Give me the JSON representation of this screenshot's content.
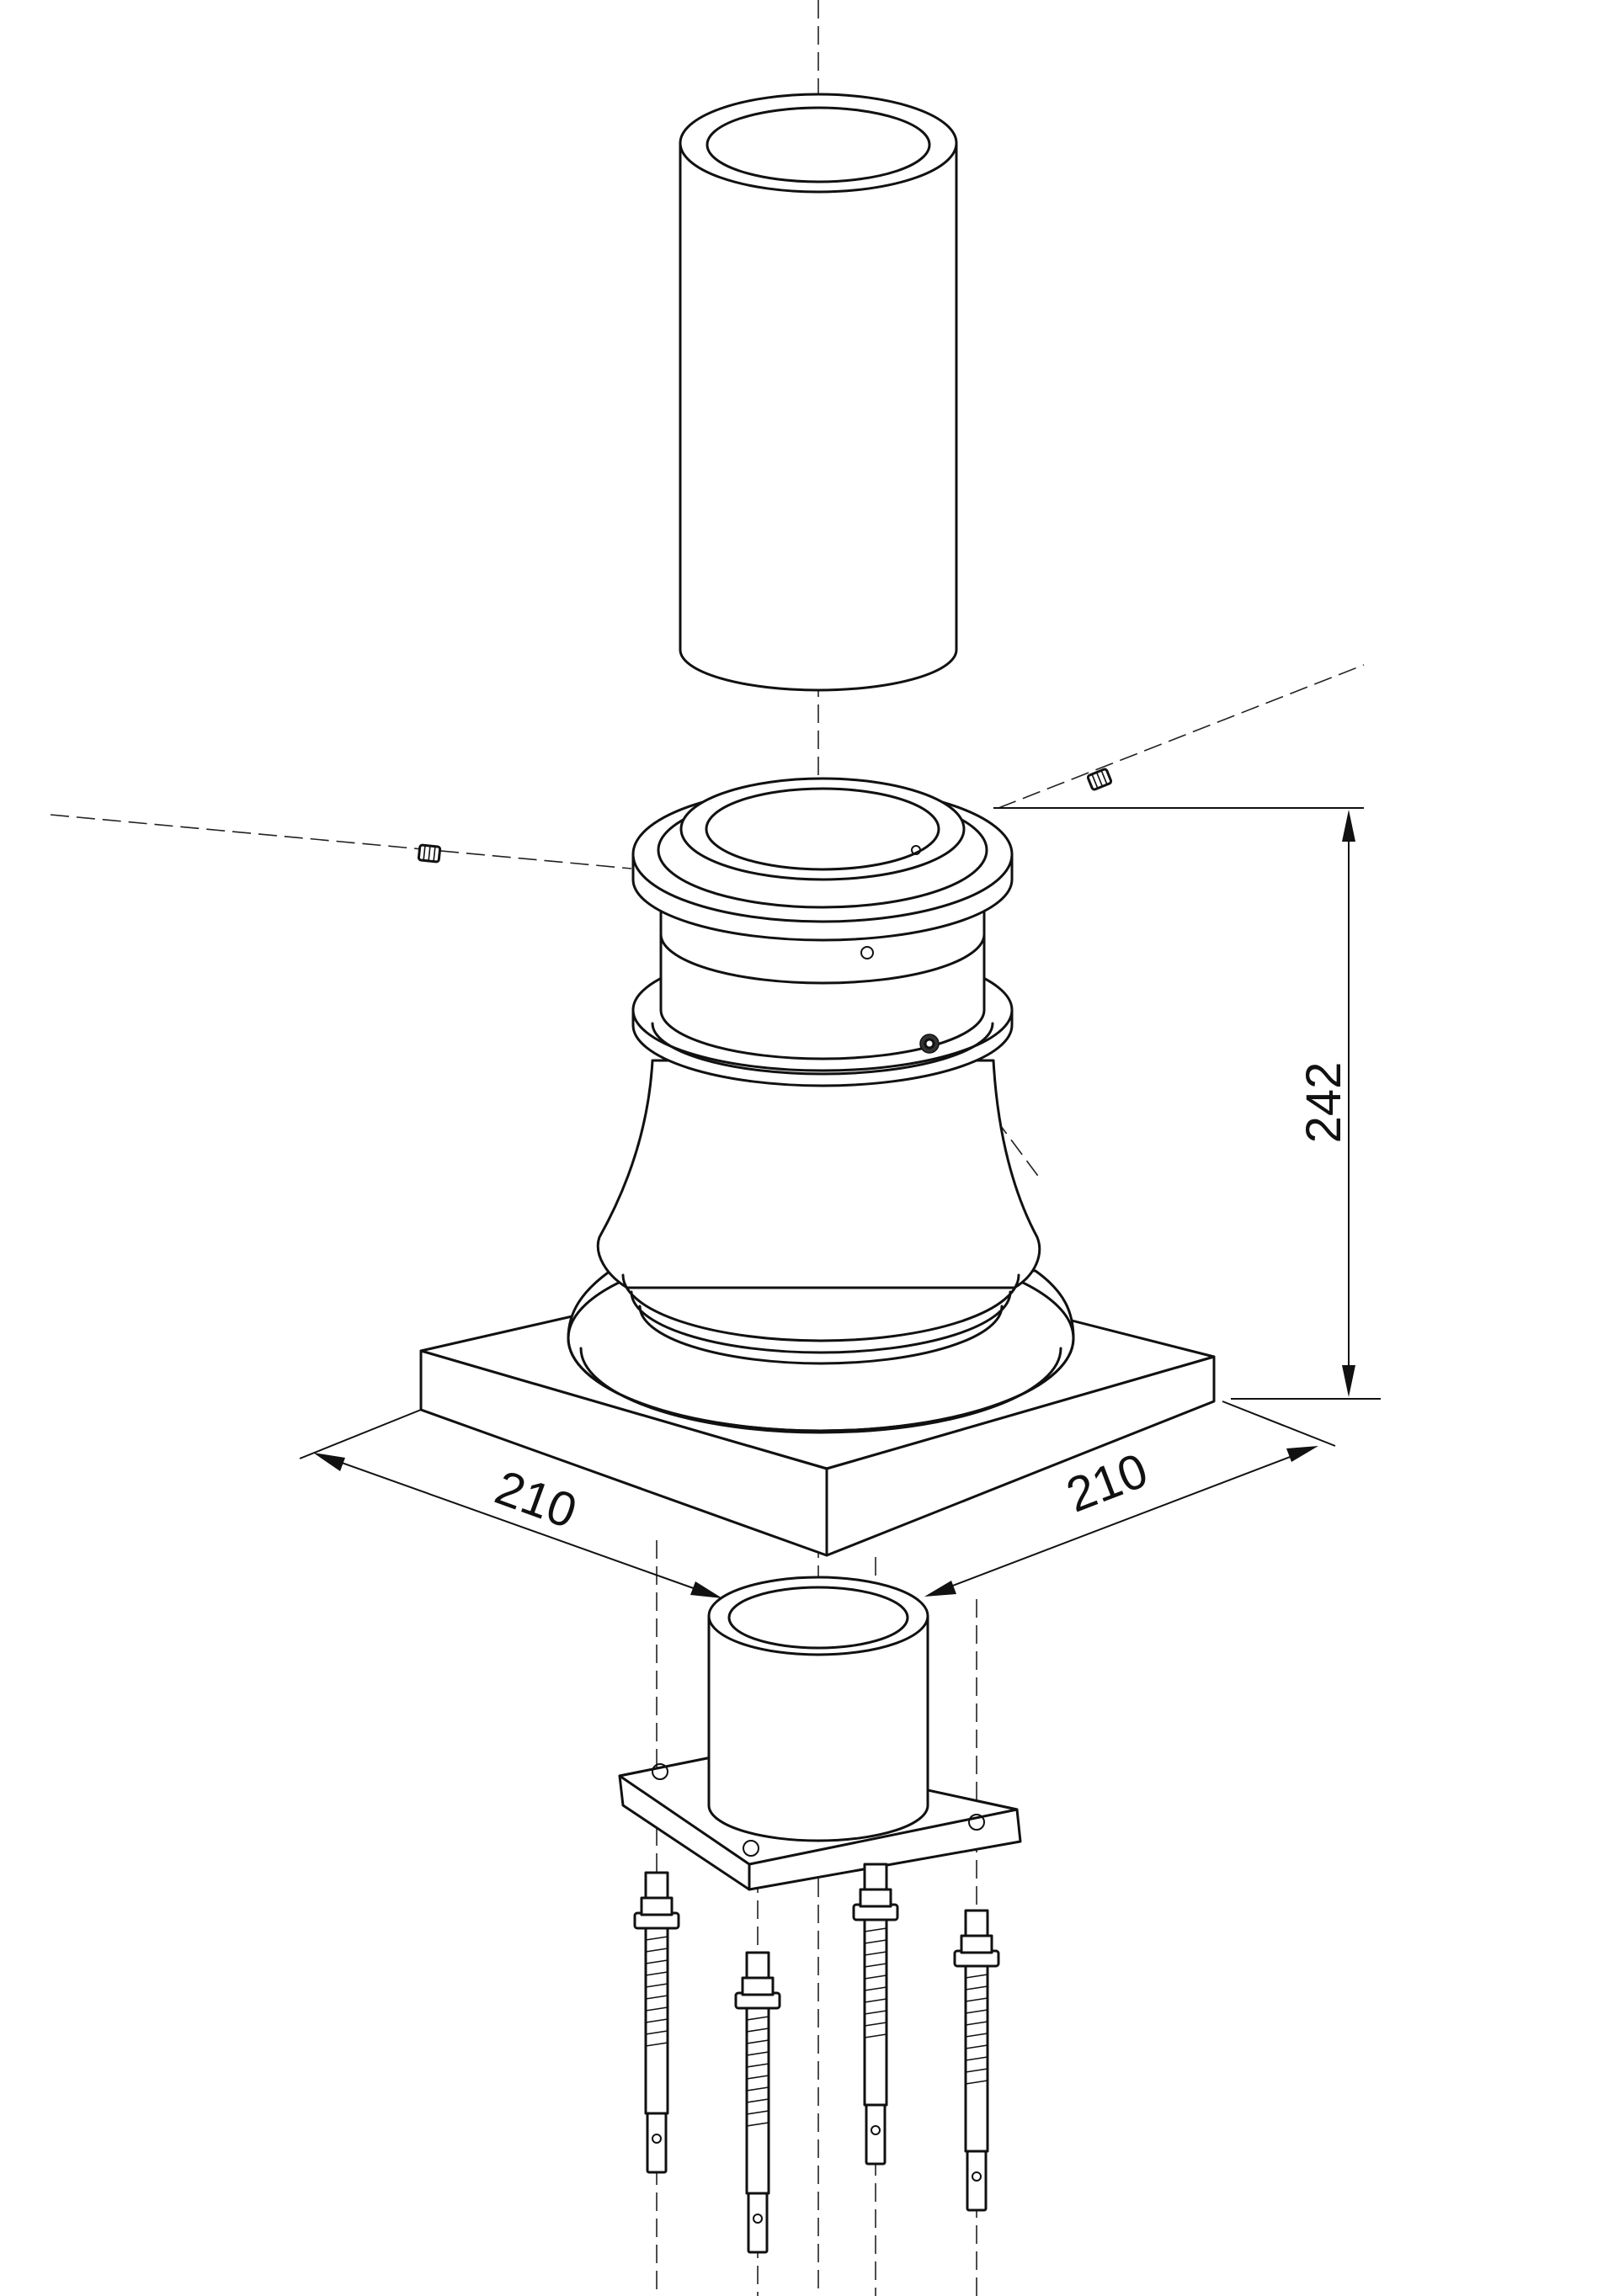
{
  "dimensions": {
    "width_front": "210",
    "width_side": "210",
    "height": "242"
  },
  "parts": [
    "tube",
    "bollard-base",
    "grub-screw",
    "grub-screw",
    "grub-screw",
    "square-base-plate",
    "spigot-flange",
    "anchor-bolt",
    "anchor-bolt",
    "anchor-bolt",
    "anchor-bolt"
  ]
}
